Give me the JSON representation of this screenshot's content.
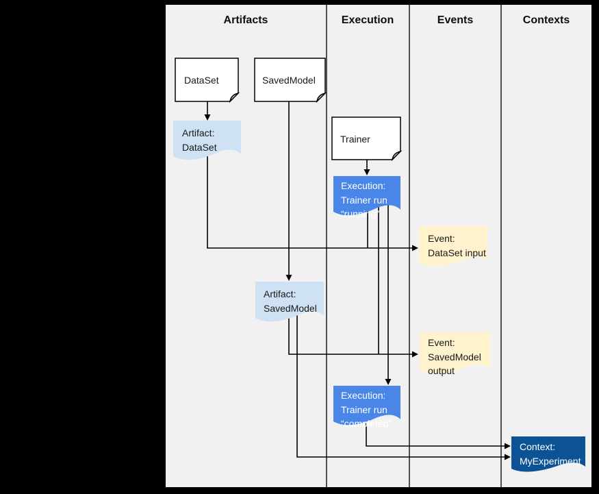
{
  "diagram": {
    "columns": {
      "artifacts": {
        "label": "Artifacts"
      },
      "execution": {
        "label": "Execution"
      },
      "events": {
        "label": "Events"
      },
      "contexts": {
        "label": "Contexts"
      }
    },
    "nodes": {
      "dataset": {
        "kind": "document",
        "label": "DataSet"
      },
      "savedmodel": {
        "kind": "document",
        "label": "SavedModel"
      },
      "trainer": {
        "kind": "document",
        "label": "Trainer"
      },
      "artifact_dataset": {
        "kind": "artifact",
        "label": "Artifact:\nDataSet"
      },
      "artifact_savedmodel": {
        "kind": "artifact",
        "label": "Artifact:\nSavedModel"
      },
      "execution_running": {
        "kind": "execution",
        "label": "Execution:\nTrainer run\n“running”"
      },
      "execution_completed": {
        "kind": "execution",
        "label": "Execution:\nTrainer run\n“completed”"
      },
      "event_dataset_input": {
        "kind": "event",
        "label": "Event:\nDataSet input"
      },
      "event_savedmodel_output": {
        "kind": "event",
        "label": "Event:\nSavedModel\noutput"
      },
      "context_myexperiment": {
        "kind": "context",
        "label": "Context:\nMyExperiment"
      }
    },
    "edges": [
      {
        "from": "dataset",
        "to": "artifact_dataset"
      },
      {
        "from": "savedmodel",
        "to": "artifact_savedmodel"
      },
      {
        "from": "trainer",
        "to": "execution_running"
      },
      {
        "from": "artifact_dataset",
        "to": "event_dataset_input"
      },
      {
        "from": "execution_running",
        "to": "event_dataset_input"
      },
      {
        "from": "artifact_savedmodel",
        "to": "event_savedmodel_output"
      },
      {
        "from": "execution_running",
        "to": "event_savedmodel_output"
      },
      {
        "from": "execution_running",
        "to": "execution_completed"
      },
      {
        "from": "execution_completed",
        "to": "context_myexperiment"
      },
      {
        "from": "artifact_savedmodel",
        "to": "context_myexperiment"
      }
    ],
    "colors": {
      "background": "#000000",
      "canvas": "#f1f1f2",
      "document_fill": "#ffffff",
      "artifact_fill": "#cfe2f3",
      "execution_fill": "#4a86e8",
      "event_fill": "#fff2cc",
      "context_fill": "#0b5394",
      "line": "#000000"
    }
  }
}
